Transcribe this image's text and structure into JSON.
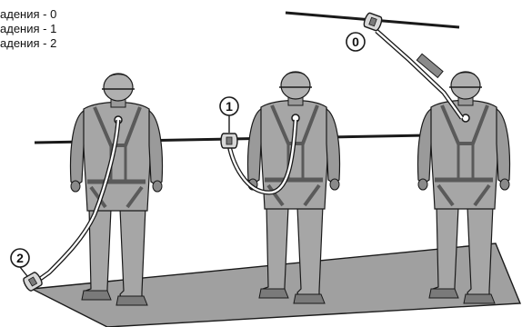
{
  "legend": {
    "items": [
      "адения - 0",
      "адения - 1",
      "адения - 2"
    ]
  },
  "markers": {
    "m0": "0",
    "m1": "1",
    "m2": "2"
  },
  "colors": {
    "figure": "#a6a6a6",
    "figure_dark": "#7a7a7a",
    "outline": "#1a1a1a",
    "platform": "#a0a0a0",
    "harness": "#5a5a5a",
    "lanyard": "#ffffff"
  }
}
